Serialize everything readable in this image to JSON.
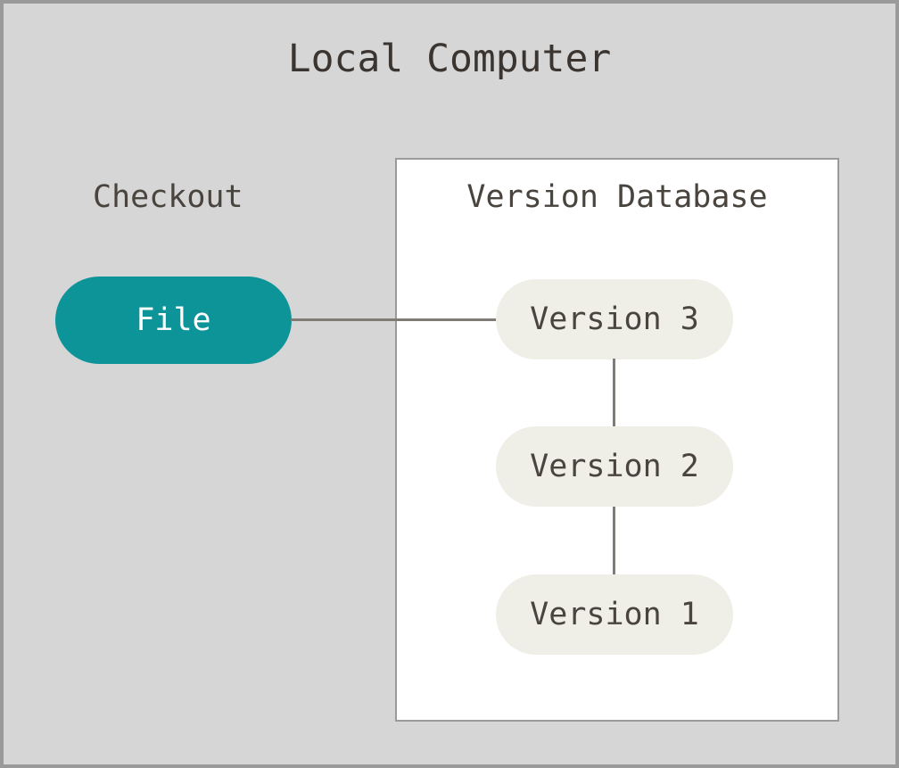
{
  "diagram": {
    "title": "Local Computer",
    "background_color": "#d6d6d6",
    "border_color": "#9a9a9a",
    "checkout": {
      "label": "Checkout",
      "node": {
        "label": "File",
        "fill_color": "#0d9499",
        "text_color": "#ffffff"
      }
    },
    "version_database": {
      "label": "Version Database",
      "panel_color": "#ffffff",
      "node_fill_color": "#efeee7",
      "node_text_color": "#4a443f",
      "nodes": [
        {
          "label": "Version 3"
        },
        {
          "label": "Version 2"
        },
        {
          "label": "Version 1"
        }
      ]
    },
    "edges": {
      "color": "#7f7b75",
      "connections": [
        {
          "from": "File",
          "to": "Version 3"
        },
        {
          "from": "Version 3",
          "to": "Version 2"
        },
        {
          "from": "Version 2",
          "to": "Version 1"
        }
      ]
    }
  }
}
